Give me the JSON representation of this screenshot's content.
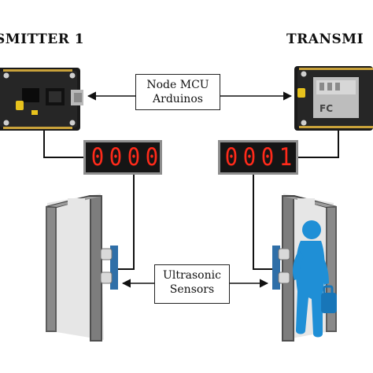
{
  "titles": {
    "left": "SMITTER 1",
    "right": "TRANSMI"
  },
  "callouts": {
    "mcu_line1": "Node MCU",
    "mcu_line2": "Arduinos",
    "us_line1": "Ultrasonic",
    "us_line2": "Sensors"
  },
  "displays": {
    "left": [
      "0",
      "0",
      "0",
      "0"
    ],
    "right": [
      "0",
      "0",
      "0",
      "1"
    ]
  },
  "colors": {
    "board": "#1c1c1c",
    "display_bg": "#141414",
    "display_digit": "#ff2a1a",
    "gate": "#7a7a7a",
    "person": "#1f8fd6"
  },
  "icons": {
    "boards": "nodemcu-board-icon",
    "gates": "metal-detector-gate-icon",
    "sensors": "ultrasonic-sensor-icon",
    "person": "person-walking-icon"
  }
}
